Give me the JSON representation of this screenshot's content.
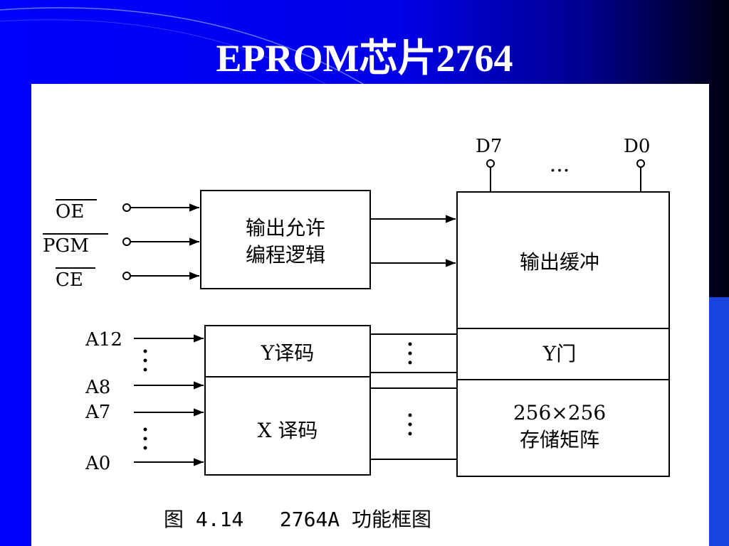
{
  "slide": {
    "title": "EPROM芯片2764"
  },
  "diagram": {
    "blocks": {
      "output_enable_logic": [
        "输出允许",
        "编程逻辑"
      ],
      "output_buffer": "输出缓冲",
      "y_decoder": "Y译码",
      "y_gate": "Y门",
      "x_decoder": "X 译码",
      "memory_array": [
        "256×256",
        "存储矩阵"
      ]
    },
    "control_inputs": [
      "OE",
      "PGM",
      "CE"
    ],
    "address_inputs": {
      "a12": "A12",
      "a8": "A8",
      "a7": "A7",
      "a0": "A0"
    },
    "data_outputs": {
      "d7": "D7",
      "d0": "D0",
      "ellipsis": "···"
    },
    "caption": "图 4.14   2764A 功能框图"
  },
  "colors": {
    "background": "#0000ff",
    "title": "#ffffff",
    "panel": "#ffffff",
    "accent_bar": "#1a44e0"
  }
}
